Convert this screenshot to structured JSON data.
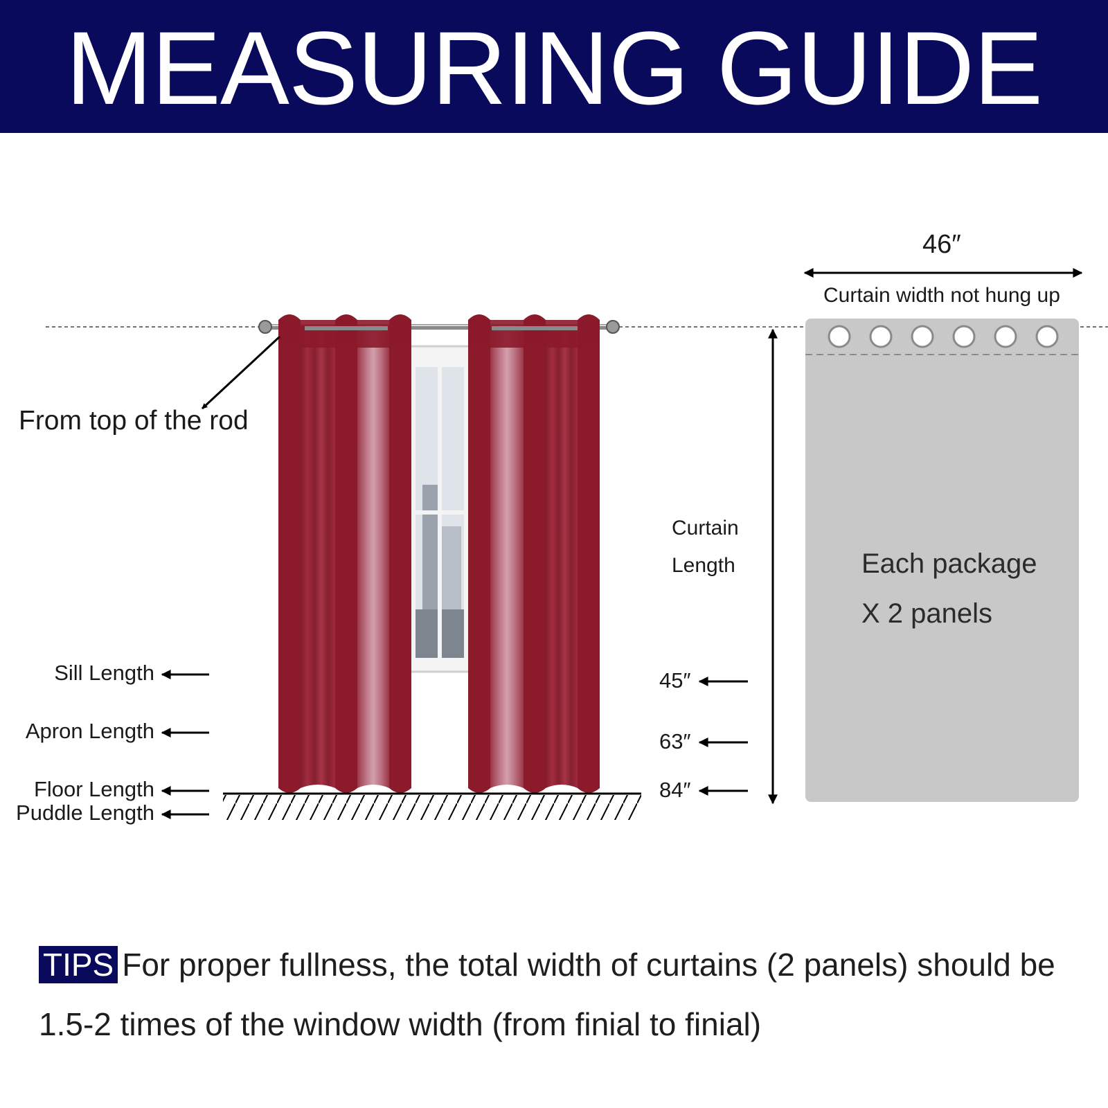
{
  "title": "MEASURING GUIDE",
  "labels": {
    "from_top": "From top of the rod",
    "sill": "Sill Length",
    "apron": "Apron Length",
    "floor": "Floor Length",
    "puddle": "Puddle Length",
    "curtain_length_1": "Curtain",
    "curtain_length_2": "Length"
  },
  "lengths": [
    "45″",
    "63″",
    "84″"
  ],
  "panel": {
    "width": "46″",
    "width_caption": "Curtain width not hung up",
    "package_line1": "Each package",
    "package_line2": "X 2 panels",
    "grommet_count": 6
  },
  "tips": {
    "badge": "TIPS",
    "text": "For proper fullness, the total width of curtains (2 panels) should be 1.5-2 times of the window width (from finial to finial)"
  },
  "colors": {
    "banner": "#0a0a5c",
    "curtain": "#8b1a2b",
    "panel": "#c8c8c8"
  }
}
